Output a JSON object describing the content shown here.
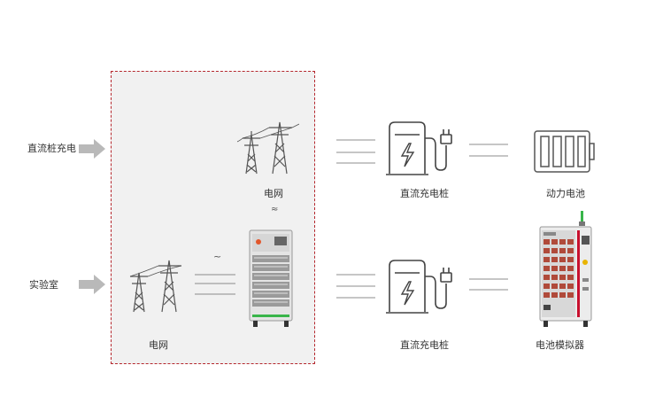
{
  "left_labels": {
    "top": "直流桩充电",
    "bottom": "实验室"
  },
  "captions": {
    "grid_top": "电网",
    "grid_bottom": "电网",
    "charger_top": "直流充电桩",
    "charger_bottom": "直流充电桩",
    "battery": "动力电池",
    "simulator": "电池模拟器"
  },
  "symbols": {
    "ac_tilde": "~",
    "wavy": "≈"
  },
  "colors": {
    "zone_border": "#b5272d",
    "zone_fill": "#f1f1f1",
    "arrow": "#b9b9b9",
    "line": "#8c8c8c",
    "icon": "#555555",
    "accent_green": "#39b54a",
    "accent_red": "#c8102e"
  }
}
